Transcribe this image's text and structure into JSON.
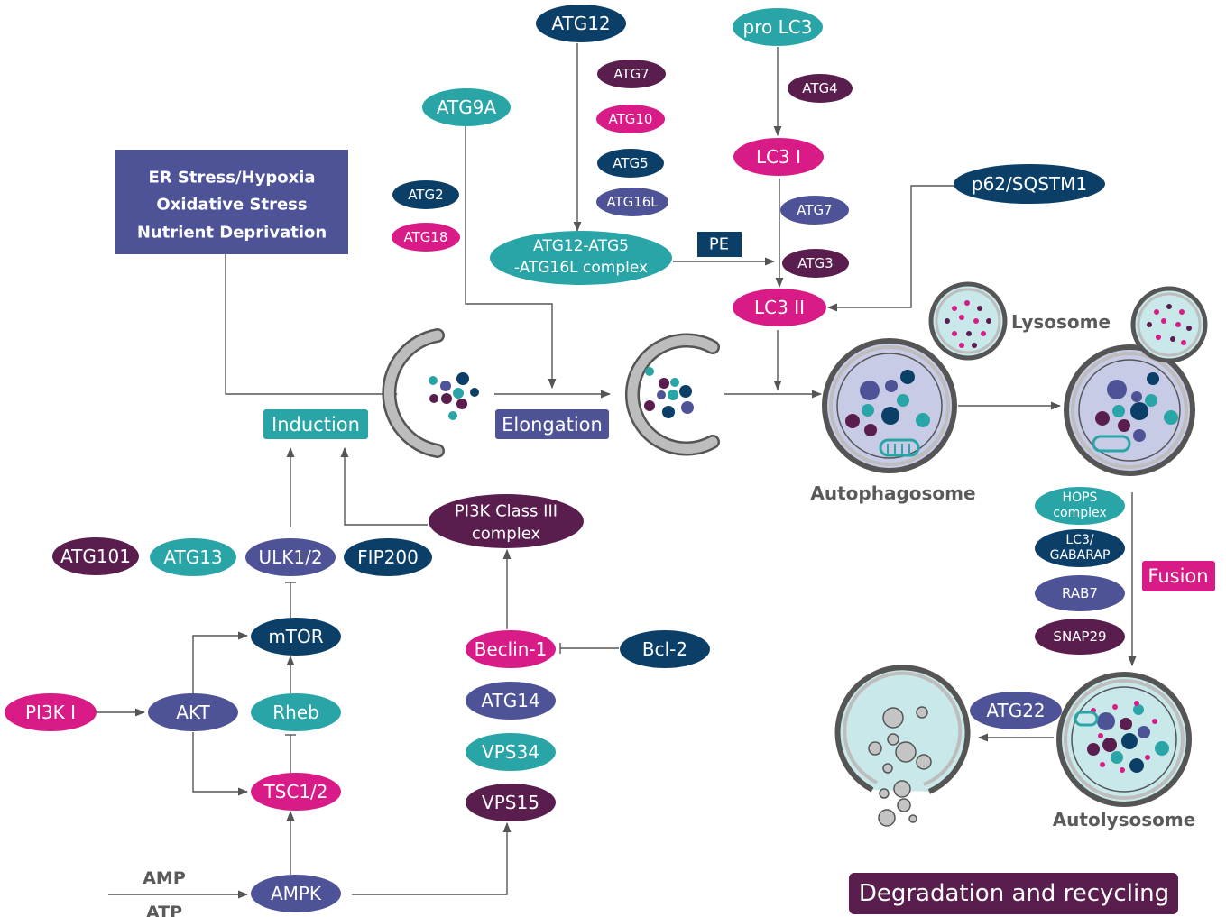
{
  "colors": {
    "navy": "#0b3f68",
    "teal": "#2aa5a7",
    "magenta": "#d81b86",
    "plum": "#5a1e4e",
    "slate": "#4e5296",
    "membrane": "#888888",
    "lumen": "#c9e8ea",
    "lysosome_fill": "#c9e8ea",
    "autophagosome_fill": "#c8cbe6",
    "arrow": "#555555",
    "text_gray": "#5a5a5a"
  },
  "stress_box": {
    "lines": [
      "ER Stress/Hypoxia",
      "Oxidative Stress",
      "Nutrient Deprivation"
    ]
  },
  "stage_labels": {
    "induction": "Induction",
    "elongation": "Elongation",
    "fusion": "Fusion",
    "degradation": "Degradation and recycling"
  },
  "structure_labels": {
    "lysosome": "Lysosome",
    "autophagosome": "Autophagosome",
    "autolysosome": "Autolysosome"
  },
  "energy_labels": {
    "amp": "AMP",
    "atp": "ATP"
  },
  "nodes": {
    "atg12": "ATG12",
    "atg7_top": "ATG7",
    "atg10": "ATG10",
    "atg5": "ATG5",
    "atg16l": "ATG16L",
    "atg12_complex_line1": "ATG12-ATG5",
    "atg12_complex_line2": "-ATG16L complex",
    "pe": "PE",
    "pro_lc3": "pro LC3",
    "atg4": "ATG4",
    "lc3_i": "LC3 I",
    "atg7_lc3": "ATG7",
    "atg3": "ATG3",
    "lc3_ii": "LC3 II",
    "p62": "p62/SQSTM1",
    "atg9a": "ATG9A",
    "atg2": "ATG2",
    "atg18": "ATG18",
    "atg101": "ATG101",
    "atg13": "ATG13",
    "ulk": "ULK1/2",
    "fip200": "FIP200",
    "pi3k3_line1": "PI3K Class III",
    "pi3k3_line2": "complex",
    "mtor": "mTOR",
    "akt": "AKT",
    "pi3k_i": "PI3K I",
    "rheb": "Rheb",
    "tsc": "TSC1/2",
    "ampk": "AMPK",
    "beclin": "Beclin-1",
    "bcl2": "Bcl-2",
    "atg14": "ATG14",
    "vps34": "VPS34",
    "vps15": "VPS15",
    "hops_line1": "HOPS",
    "hops_line2": "complex",
    "lc3_gab_line1": "LC3/",
    "lc3_gab_line2": "GABARAP",
    "rab7": "RAB7",
    "snap29": "SNAP29",
    "atg22": "ATG22"
  }
}
